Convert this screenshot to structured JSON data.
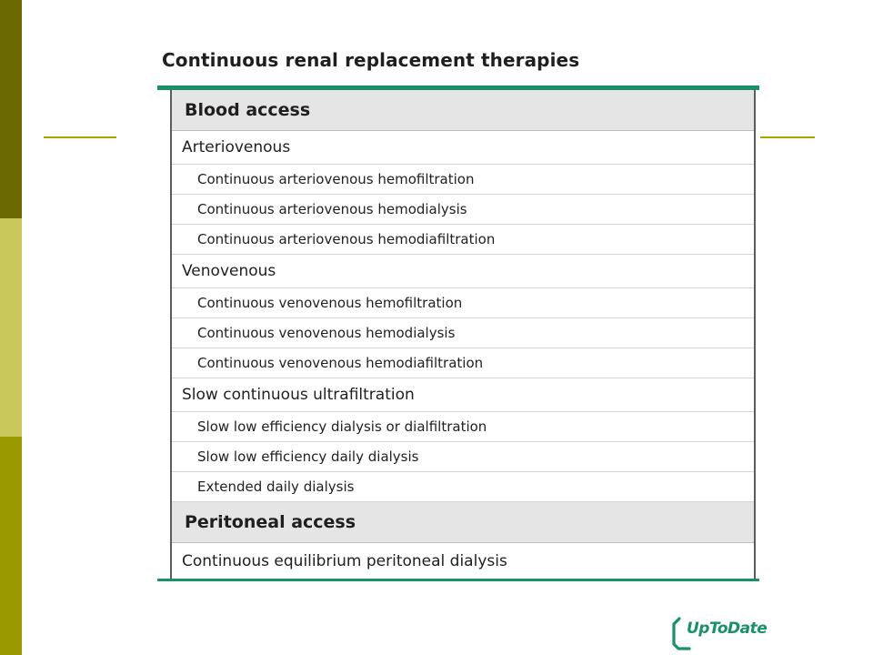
{
  "figure": {
    "title": "Continuous renal replacement therapies"
  },
  "table": {
    "sections": [
      {
        "heading": "Blood access",
        "groups": [
          {
            "label": "Arteriovenous",
            "items": [
              "Continuous arteriovenous hemofiltration",
              "Continuous arteriovenous hemodialysis",
              "Continuous arteriovenous hemodiafiltration"
            ]
          },
          {
            "label": "Venovenous",
            "items": [
              "Continuous venovenous hemofiltration",
              "Continuous venovenous hemodialysis",
              "Continuous venovenous hemodiafiltration"
            ]
          },
          {
            "label": "Slow continuous ultrafiltration",
            "items": [
              "Slow low efficiency dialysis or dialfiltration",
              "Slow low efficiency daily dialysis",
              "Extended daily dialysis"
            ]
          }
        ]
      },
      {
        "heading": "Peritoneal access",
        "groups": [
          {
            "label": "Continuous equilibrium peritoneal dialysis",
            "items": []
          }
        ]
      }
    ]
  },
  "logo": {
    "text": "UpToDate",
    "icon": "uptodate-logo-icon"
  },
  "colors": {
    "table_rule": "#1a9066",
    "header_fill": "#e5e5e5",
    "sidebar_dark": "#6b6a00",
    "sidebar_light": "#c9c85a",
    "sidebar_mid": "#9a9a00",
    "accent_line": "#a7a600"
  }
}
